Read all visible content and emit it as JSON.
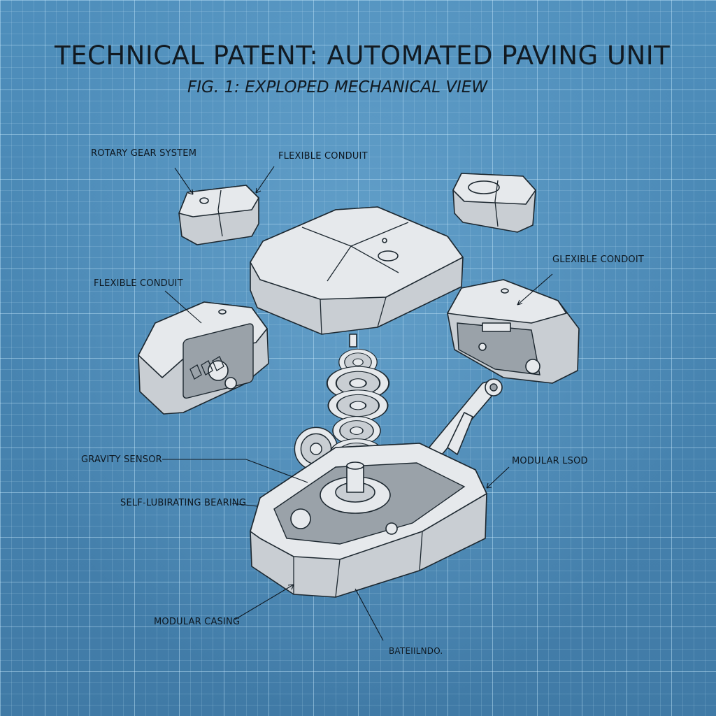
{
  "title": "TECHNICAL PATENT: AUTOMATED PAVING UNIT",
  "subtitle": "FIG. 1:  EXPLOPED MECHANICAL VIEW",
  "callouts": {
    "rotary_gear_system": "ROTARY GEAR SYSTEM",
    "flexible_conduit_top": "FLEXIBLE CONDUIT",
    "flexible_conduit_left": "FLEXIBLE CONDUIT",
    "glexible_condoit": "GLEXIBLE CONDOIT",
    "gravity_sensor": "GRAVITY SENSOR",
    "self_lubricating_bearing": "SELF-LUBIRATING BEARING",
    "modular_lsod": "MODULAR LSOD",
    "modular_casing": "MODULAR CASING",
    "bateilndo": "BATEIILNDO."
  },
  "colors": {
    "background": "#4f8fbc",
    "grid": "#c8ebff",
    "ink": "#1d2830",
    "part_fill": "#e6e9ec"
  }
}
